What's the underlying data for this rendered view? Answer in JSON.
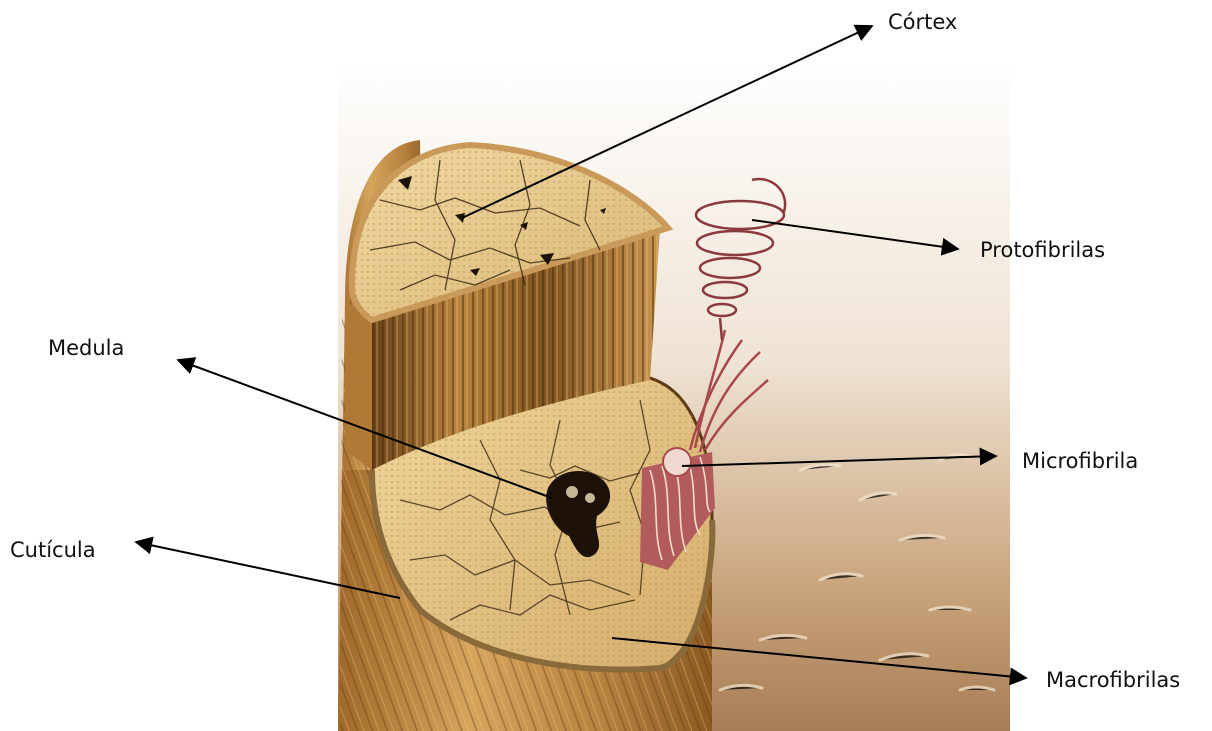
{
  "labels": {
    "cortex": "Córtex",
    "protofibrilas": "Protofibrilas",
    "medula": "Medula",
    "microfibrila": "Microfibrila",
    "cuticula": "Cutícula",
    "macrofibrilas": "Macrofibrilas"
  },
  "colors": {
    "arrow": "#000000",
    "hair_light": "#e8c98a",
    "hair_mid": "#c99a4e",
    "hair_dark": "#7a4e1c",
    "cortex_pattern": "#3a2a14",
    "fibril": "#a8484a",
    "background_glow": "#c99a6a"
  }
}
